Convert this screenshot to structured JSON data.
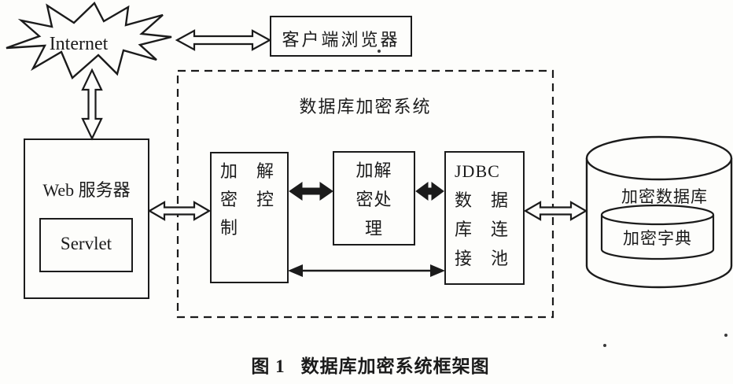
{
  "figure": {
    "caption_no": "图 1",
    "caption_text": "数据库加密系统框架图"
  },
  "internet": {
    "label": "Internet"
  },
  "client_browser": {
    "label": "客户端浏览器"
  },
  "web_server": {
    "label": "Web 服务器",
    "servlet_label": "Servlet"
  },
  "encryption_system": {
    "title": "数据库加密系统",
    "control_box": {
      "name": "加解密控制",
      "lines": [
        "加　解",
        "密　控",
        "制"
      ]
    },
    "process_box": {
      "name": "加解密处理",
      "lines": [
        "加解",
        "密处",
        "理"
      ]
    },
    "jdbc_box": {
      "name": "JDBC数据库连接池",
      "lines": [
        "JDBC",
        "数　据",
        "库　连",
        "接　池"
      ]
    }
  },
  "database": {
    "label": "加密数据库",
    "dictionary_label": "加密字典"
  },
  "connections": [
    {
      "from": "Internet",
      "to": "客户端浏览器",
      "style": "hollow-double-arrow",
      "direction": "bidirectional"
    },
    {
      "from": "Internet",
      "to": "Web 服务器",
      "style": "hollow-double-arrow",
      "direction": "bidirectional"
    },
    {
      "from": "Web 服务器",
      "to": "加解密控制",
      "style": "hollow-double-arrow",
      "direction": "bidirectional"
    },
    {
      "from": "加解密控制",
      "to": "加解密处理",
      "style": "solid-double-arrow",
      "direction": "bidirectional"
    },
    {
      "from": "加解密处理",
      "to": "JDBC数据库连接池",
      "style": "solid-double-arrow",
      "direction": "bidirectional"
    },
    {
      "from": "加解密控制",
      "to": "JDBC数据库连接池",
      "style": "thin-double-arrow",
      "direction": "bidirectional"
    },
    {
      "from": "JDBC数据库连接池",
      "to": "加密数据库",
      "style": "hollow-double-arrow",
      "direction": "bidirectional"
    }
  ],
  "colors": {
    "ink": "#1b1b1b",
    "paper": "#fdfdfb"
  }
}
